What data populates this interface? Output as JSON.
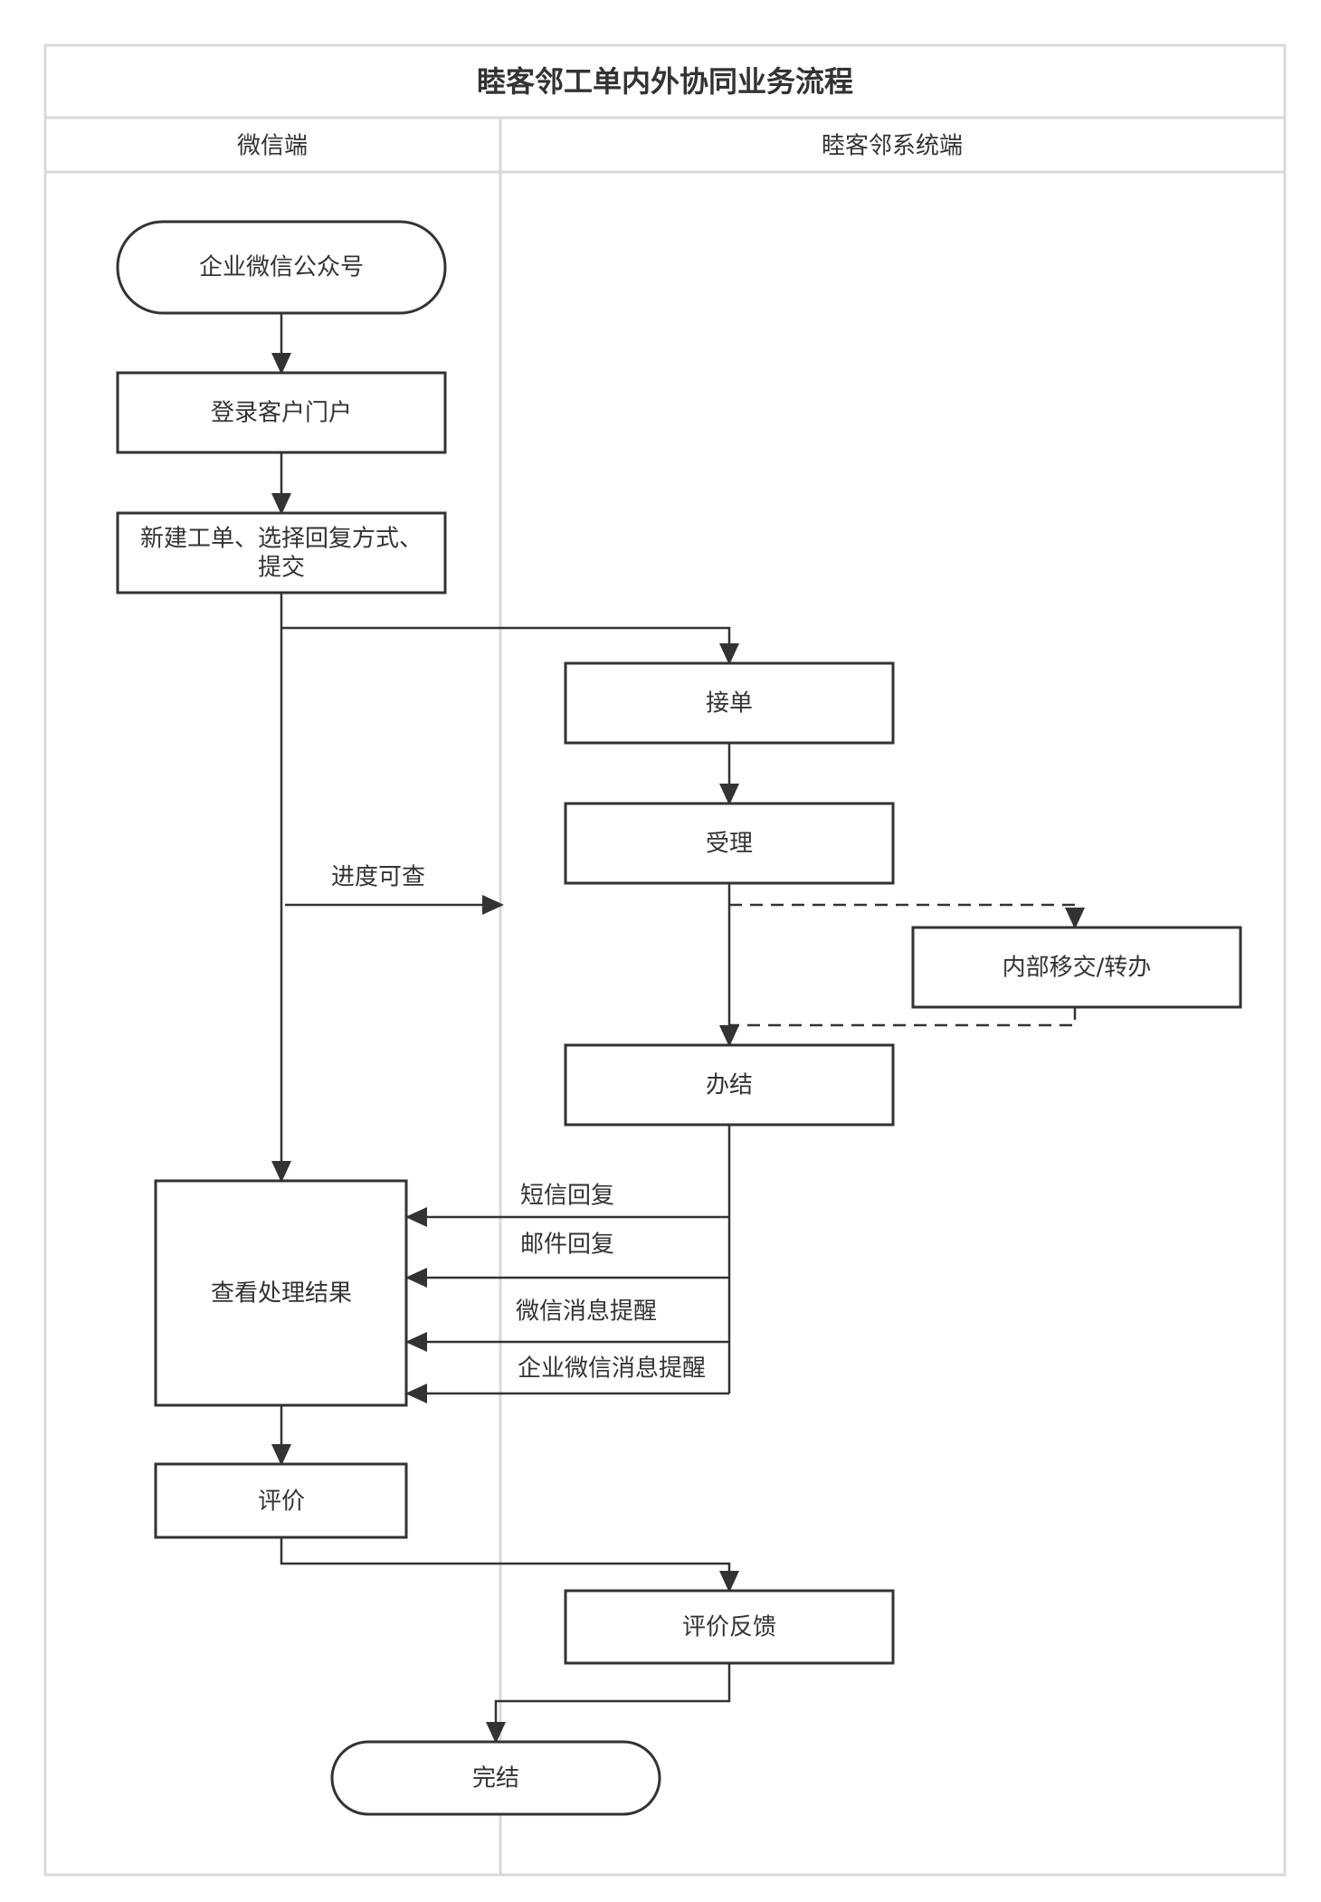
{
  "title": "睦客邻工单内外协同业务流程",
  "lanes": [
    {
      "label": "微信端"
    },
    {
      "label": "睦客邻系统端"
    }
  ],
  "nodes": {
    "wechat_account": "企业微信公众号",
    "login": "登录客户门户",
    "create_line1": "新建工单、选择回复方式、",
    "create_line2": "提交",
    "accept": "接单",
    "handle": "受理",
    "transfer": "内部移交/转办",
    "finish": "办结",
    "view_result": "查看处理结果",
    "rate": "评价",
    "feedback": "评价反馈",
    "done": "完结"
  },
  "edge_labels": {
    "progress": "进度可查",
    "sms": "短信回复",
    "email": "邮件回复",
    "wechat_msg": "微信消息提醒",
    "work_wechat_msg": "企业微信消息提醒"
  }
}
